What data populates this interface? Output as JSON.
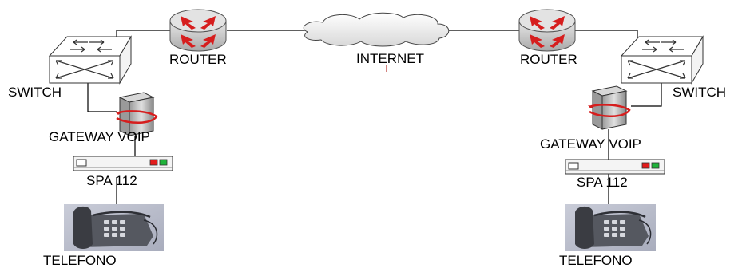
{
  "labels": {
    "router_left": "ROUTER",
    "router_right": "ROUTER",
    "internet": "INTERNET",
    "switch_left": "SWITCH",
    "switch_right": "SWITCH",
    "gateway_left": "GATEWAY VOIP",
    "gateway_right": "GATEWAY VOIP",
    "spa_left": "SPA 112",
    "spa_right": "SPA 112",
    "telefono_left": "TELEFONO",
    "telefono_right": "TELEFONO"
  },
  "colors": {
    "router_body": "#c9c9c9",
    "router_arrows": "#d61e1e",
    "gateway_accent": "#d61e1e",
    "spa_led_red": "#e21b1b",
    "spa_led_green": "#1fb33a",
    "phone_background": "#b9bccb"
  },
  "icons": {
    "router": "router-icon",
    "switch": "switch-icon",
    "cloud": "cloud-icon",
    "gateway": "gateway-server-icon",
    "spa": "spa-adapter-icon",
    "phone": "telephone-icon"
  }
}
